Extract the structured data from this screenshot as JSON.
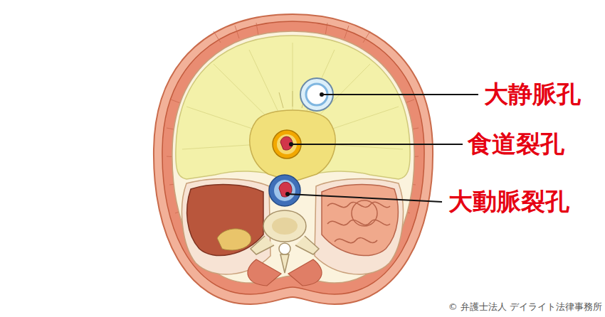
{
  "diagram": {
    "labels": [
      "大静脈孔",
      "食道裂孔",
      "大動脈裂孔",
      "© 弁護士法人 デイライト法律事務所"
    ]
  }
}
